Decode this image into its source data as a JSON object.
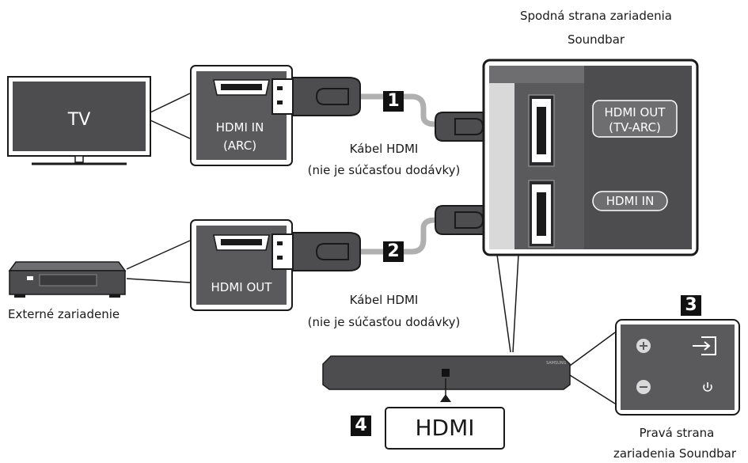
{
  "tv": {
    "label": "TV",
    "port_label_1": "HDMI IN",
    "port_label_2": "(ARC)"
  },
  "external_device": {
    "label": "Externé zariadenie",
    "port_label": "HDMI OUT"
  },
  "cable_1": {
    "number": "1",
    "line1": "Kábel HDMI",
    "line2": "(nie je súčasťou dodávky)"
  },
  "cable_2": {
    "number": "2",
    "line1": "Kábel HDMI",
    "line2": "(nie je súčasťou dodávky)"
  },
  "soundbar_bottom": {
    "title_line1": "Spodná strana zariadenia",
    "title_line2": "Soundbar",
    "port_1_line1": "HDMI OUT",
    "port_1_line2": "(TV-ARC)",
    "port_2": "HDMI IN"
  },
  "soundbar_right": {
    "number": "3",
    "title_line1": "Pravá strana",
    "title_line2": "zariadenia Soundbar"
  },
  "display": {
    "number": "4",
    "text": "HDMI"
  },
  "colors": {
    "panel_dark": "#4d4d4f",
    "cable_gray": "#b0b0b0",
    "outline": "#1a1a1a"
  }
}
